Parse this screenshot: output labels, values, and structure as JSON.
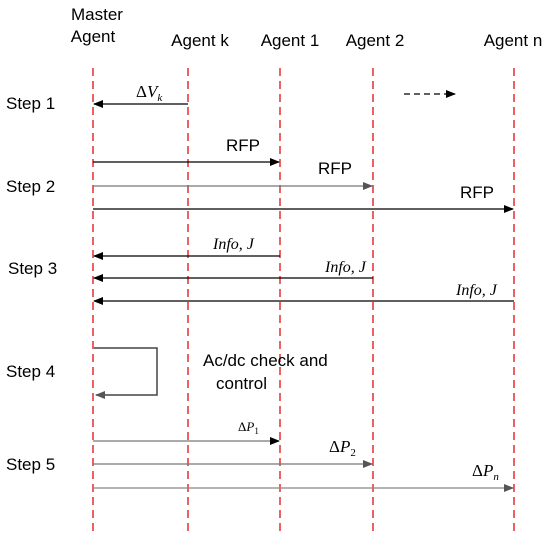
{
  "agents": {
    "master_line1": "Master",
    "master_line2": "Agent",
    "k": "Agent k",
    "a1": "Agent 1",
    "a2": "Agent 2",
    "an": "Agent n"
  },
  "steps": [
    "Step 1",
    "Step 2",
    "Step 3",
    "Step 4",
    "Step 5"
  ],
  "messages": {
    "dvk_delta": "Δ",
    "dvk_var": "V",
    "dvk_sub": "k",
    "rfp": "RFP",
    "info_j": "Info, J",
    "dp_delta": "Δ",
    "dp_var": "P",
    "dp1_sub": "1",
    "dp2_sub": "2",
    "dpn_sub": "n"
  },
  "step4_text_line1": "Ac/dc check and",
  "step4_text_line2": "control",
  "colors": {
    "lifeline": "#e02020",
    "arrow_black": "#000000",
    "arrow_gray": "#777777",
    "text": "#000000"
  }
}
